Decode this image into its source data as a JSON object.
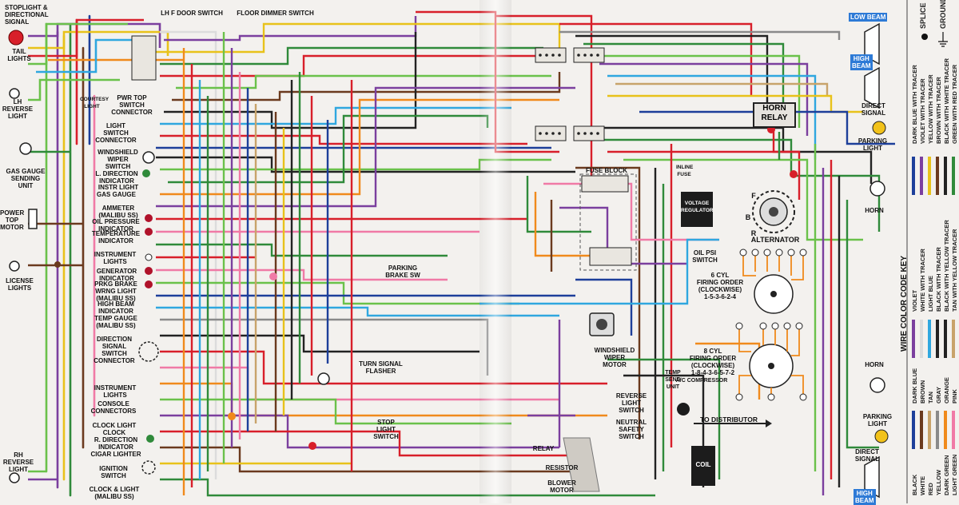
{
  "diagram": {
    "left_labels": {
      "stoplight": "STOPLIGHT &\nDIRECTIONAL\nSIGNAL",
      "tail_lights": "TAIL\nLIGHTS",
      "lh_reverse": "LH\nREVERSE\nLIGHT",
      "gas_gauge_unit": "GAS GAUGE\nSENDING\nUNIT",
      "power_top_motor": "POWER\nTOP\nMOTOR",
      "license_lights": "LICENSE\nLIGHTS",
      "rh_reverse": "RH\nREVERSE\nLIGHT"
    },
    "dash_labels": {
      "pwr_top_switch": "PWR TOP\nSWITCH\nCONNECTOR",
      "courtesy_light": "COURTESY\nLIGHT",
      "light_switch": "LIGHT\nSWITCH\nCONNECTOR",
      "windshield_wiper_switch": "WINDSHIELD\nWIPER\nSWITCH",
      "l_direction": "L. DIRECTION\nINDICATOR",
      "instr_light": "INSTR LIGHT",
      "gas_gauge": "GAS GAUGE",
      "ammeter": "AMMETER\n(MALIBU SS)",
      "oil_pressure": "OIL PRESSURE\nINDICATOR",
      "temperature": "TEMPERATURE\nINDICATOR",
      "instrument_lights": "INSTRUMENT\nLIGHTS",
      "generator": "GENERATOR\nINDICATOR",
      "prkg_brake": "PRKG BRAKE\nWRNG LIGHT\n(MALIBU SS)",
      "high_beam_ind": "HIGH BEAM\nINDICATOR",
      "temp_gauge": "TEMP GAUGE\n(MALIBU SS)",
      "direction_signal": "DIRECTION\nSIGNAL\nSWITCH\nCONNECTOR",
      "instrument_lights2": "INSTRUMENT\nLIGHTS",
      "console": "CONSOLE\nCONNECTORS",
      "clock_light": "CLOCK LIGHT\nCLOCK",
      "r_direction": "R. DIRECTION\nINDICATOR",
      "cigar": "CIGAR LIGHTER",
      "ignition": "IGNITION\nSWITCH",
      "clock_light2": "CLOCK & LIGHT\n(MALIBU SS)"
    },
    "top_labels": {
      "lh_f_door": "LH F DOOR SWITCH",
      "floor_dimmer": "FLOOR DIMMER SWITCH"
    },
    "center_labels": {
      "parking_brake": "PARKING\nBRAKE SW",
      "turn_signal_flasher": "TURN SIGNAL\nFLASHER",
      "stop_light_switch": "STOP\nLIGHT\nSWITCH",
      "fuse_block": "FUSE BLOCK",
      "windshield_wiper_motor": "WINDSHIELD\nWIPER\nMOTOR",
      "reverse_light_switch": "REVERSE\nLIGHT\nSWITCH",
      "neutral_safety": "NEUTRAL\nSAFETY\nSWITCH",
      "relay": "RELAY",
      "resistor": "RESISTOR",
      "blower_motor": "BLOWER\nMOTOR",
      "temp_send": "TEMP\nSEND\nUNIT",
      "ac_compressor": "A/C COMPRESSOR",
      "to_distributor": "TO DISTRIBUTOR",
      "coil": "COIL"
    },
    "right_labels": {
      "low_beam": "LOW BEAM",
      "high_beam": "HIGH\nBEAM",
      "high_beam_bottom": "HIGH\nBEAM",
      "direct_signal": "DIRECT\nSIGNAL",
      "parking_light": "PARKING\nLIGHT",
      "horn": "HORN",
      "horn2": "HORN",
      "parking_light2": "PARKING\nLIGHT",
      "direct_signal2": "DIRECT\nSIGNAL",
      "horn_relay": "HORN\nRELAY",
      "inline_fuse": "INLINE\nFUSE",
      "voltage_regulator": "VOLTAGE\nREGULATOR",
      "alternator": "ALTERNATOR",
      "alt_f": "F",
      "alt_r": "R",
      "alt_b": "B",
      "oil_psi": "OIL PSI\nSWITCH",
      "cyl6": "6 CYL\nFIRING ORDER\n(CLOCKWISE)\n1-5-3-6-2-4",
      "cyl8": "8 CYL\nFIRING ORDER\n(CLOCKWISE)\n1-8-4-3-6-5-7-2",
      "splice": "SPLICE",
      "ground": "GROUND"
    },
    "color_key": {
      "title": "WIRE COLOR CODE KEY",
      "group1": [
        {
          "name": "DARK BLUE WITH TRACER",
          "color": "#1d3f9a"
        },
        {
          "name": "VIOLET WITH TRACER",
          "color": "#7b3f9e"
        },
        {
          "name": "YELLOW WITH TRACER",
          "color": "#e8c21a"
        },
        {
          "name": "BROWN WITH TRACER",
          "color": "#6b3a1e"
        },
        {
          "name": "BLACK WITH WHITE TRACER",
          "color": "#222222"
        },
        {
          "name": "GREEN WITH RED TRACER",
          "color": "#2f8a3a"
        }
      ],
      "group2": [
        {
          "name": "VIOLET",
          "color": "#7b3f9e"
        },
        {
          "name": "WHITE WITH TRACER",
          "color": "#dcdcdc"
        },
        {
          "name": "LIGHT BLUE",
          "color": "#2fa7df"
        },
        {
          "name": "BLACK WITH TRACER",
          "color": "#222222"
        },
        {
          "name": "BLACK WITH YELLOW TRACER",
          "color": "#222222"
        },
        {
          "name": "TAN WITH YELLOW TRACER",
          "color": "#c8a36a"
        }
      ],
      "group3": [
        {
          "name": "DARK BLUE",
          "color": "#1d3f9a"
        },
        {
          "name": "BROWN",
          "color": "#6b3a1e"
        },
        {
          "name": "TAN",
          "color": "#c8a36a"
        },
        {
          "name": "GRAY",
          "color": "#8a8a8a"
        },
        {
          "name": "ORANGE",
          "color": "#f08a1c"
        },
        {
          "name": "PINK",
          "color": "#f07aa6"
        }
      ],
      "group4": [
        {
          "name": "BLACK",
          "color": "#111111"
        },
        {
          "name": "WHITE",
          "color": "#dddddd"
        },
        {
          "name": "RED",
          "color": "#d81f2a"
        },
        {
          "name": "YELLOW",
          "color": "#e8c21a"
        },
        {
          "name": "DARK GREEN",
          "color": "#1f6b2e"
        },
        {
          "name": "LIGHT GREEN",
          "color": "#6ac14a"
        }
      ]
    }
  }
}
